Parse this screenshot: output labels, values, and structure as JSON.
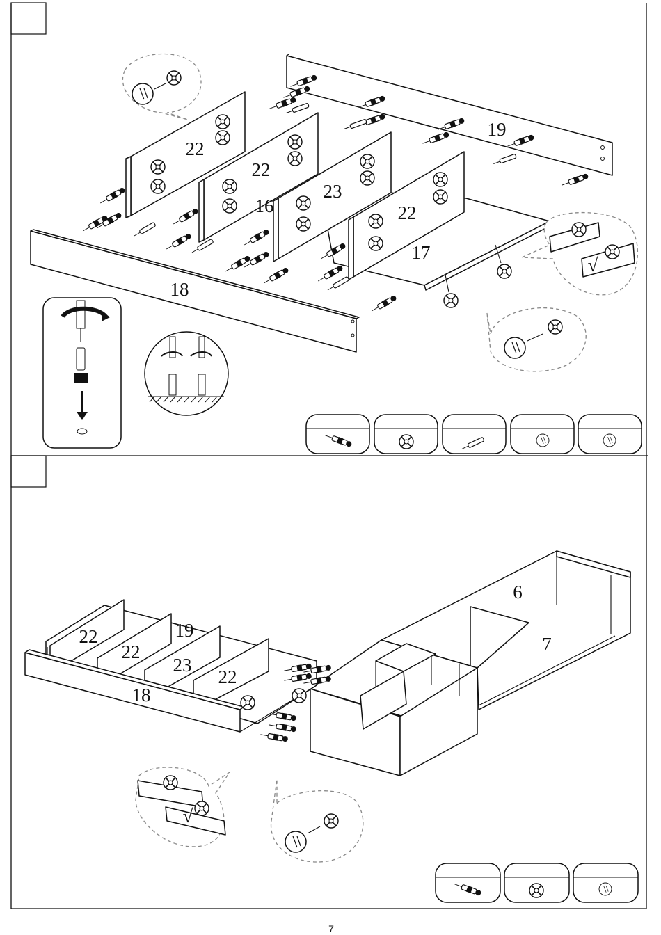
{
  "page_number": "7",
  "step1": {
    "step_box": "",
    "labels": {
      "p22a": "22",
      "p22b": "22",
      "p23": "23",
      "p22c": "22",
      "p19": "19",
      "p18": "18",
      "p17": "17",
      "p16": "16"
    },
    "legend": [
      "cam-bolt",
      "cam-lock",
      "wood-dowel",
      "hole-plug",
      "hole-plug"
    ]
  },
  "step2": {
    "step_box": "",
    "labels": {
      "p22a": "22",
      "p22b": "22",
      "p23": "23",
      "p22c": "22",
      "p19": "19",
      "p18": "18",
      "p6": "6",
      "p7": "7"
    },
    "legend": [
      "cam-bolt",
      "cam-lock",
      "hole-plug"
    ]
  },
  "check_mark": "√",
  "colors": {
    "line": "#111111",
    "dash": "#888888",
    "paper": "#ffffff"
  }
}
